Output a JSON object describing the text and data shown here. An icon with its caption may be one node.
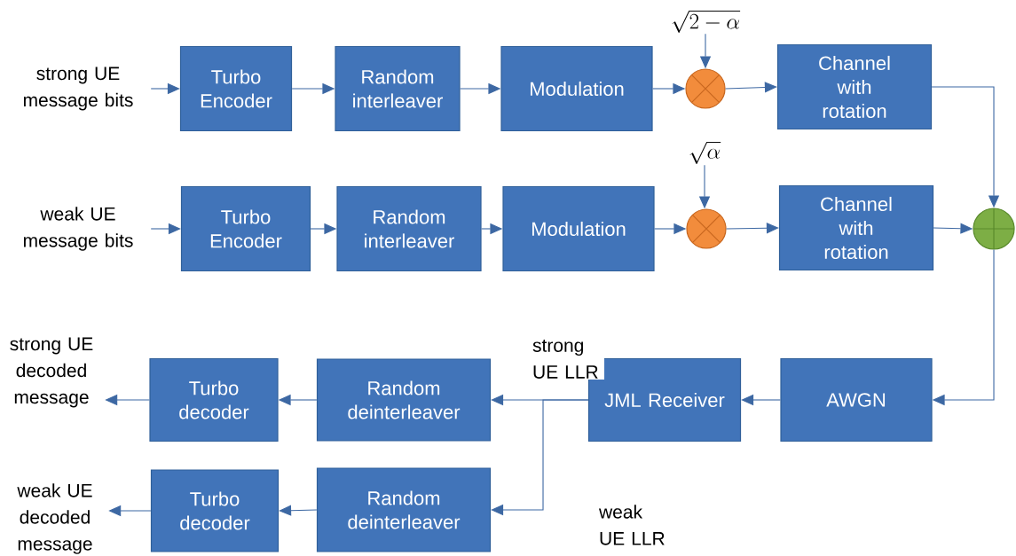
{
  "diagram": {
    "nodes": [
      {
        "text": [
          "strong UE message bits"
        ]
      },
      {
        "text": [
          "Turbo Encoder"
        ]
      },
      {
        "text": [
          "Random interleaver"
        ]
      },
      {
        "text": [
          "Modulation"
        ]
      },
      {
        "text": [],
        "shape": "circle"
      },
      {
        "text": [
          "\\sqrt{2-\\alpha}"
        ]
      },
      {
        "text": [
          "Channel with rotation"
        ]
      },
      {
        "text": [
          "weak UE message bits"
        ]
      },
      {
        "text": [
          "Turbo Encoder"
        ]
      },
      {
        "text": [
          "Random interleaver"
        ]
      },
      {
        "text": [
          "Modulation"
        ]
      },
      {
        "text": [],
        "shape": "circle"
      },
      {
        "text": [
          "\\sqrt{\\alpha}"
        ]
      },
      {
        "text": [
          "Channel with rotation"
        ]
      },
      {
        "text": [],
        "shape": "circle"
      },
      {
        "text": [
          "AWGN"
        ]
      },
      {
        "text": [
          "JML Receiver"
        ]
      },
      {
        "text": [
          "Random deinterleaver"
        ]
      },
      {
        "text": [
          "Turbo decoder"
        ]
      },
      {
        "text": [
          "strong UE decoded message"
        ]
      },
      {
        "text": [
          "Random deinterleaver"
        ]
      },
      {
        "text": [
          "Turbo decoder"
        ]
      },
      {
        "text": [
          "weak UE decoded message"
        ]
      }
    ],
    "edges": [
      {
        "from": 0,
        "to": 1,
        "arrow": "to"
      },
      {
        "from": 1,
        "to": 2,
        "arrow": "to"
      },
      {
        "from": 2,
        "to": 3,
        "arrow": "to"
      },
      {
        "from": 3,
        "to": 4,
        "arrow": "to"
      },
      {
        "from": 5,
        "to": 4,
        "arrow": "to"
      },
      {
        "from": 4,
        "to": 6,
        "arrow": "to"
      },
      {
        "from": 6,
        "to": 14,
        "arrow": "to"
      },
      {
        "from": 7,
        "to": 8,
        "arrow": "to"
      },
      {
        "from": 8,
        "to": 9,
        "arrow": "to"
      },
      {
        "from": 9,
        "to": 10,
        "arrow": "to"
      },
      {
        "from": 10,
        "to": 11,
        "arrow": "to"
      },
      {
        "from": 12,
        "to": 11,
        "arrow": "to"
      },
      {
        "from": 11,
        "to": 13,
        "arrow": "to"
      },
      {
        "from": 13,
        "to": 14,
        "arrow": "to"
      },
      {
        "from": 14,
        "to": 15,
        "arrow": "to"
      },
      {
        "from": 15,
        "to": 16,
        "arrow": "to"
      },
      {
        "from": 16,
        "to": 17,
        "arrow": "to",
        "label": "strong UE LLR"
      },
      {
        "from": 16,
        "to": 20,
        "arrow": "to",
        "label": "weak UE LLR"
      },
      {
        "from": 17,
        "to": 18,
        "arrow": "to"
      },
      {
        "from": 18,
        "to": 19,
        "arrow": "to"
      },
      {
        "from": 20,
        "to": 21,
        "arrow": "to"
      },
      {
        "from": 21,
        "to": 22,
        "arrow": "to"
      }
    ]
  }
}
